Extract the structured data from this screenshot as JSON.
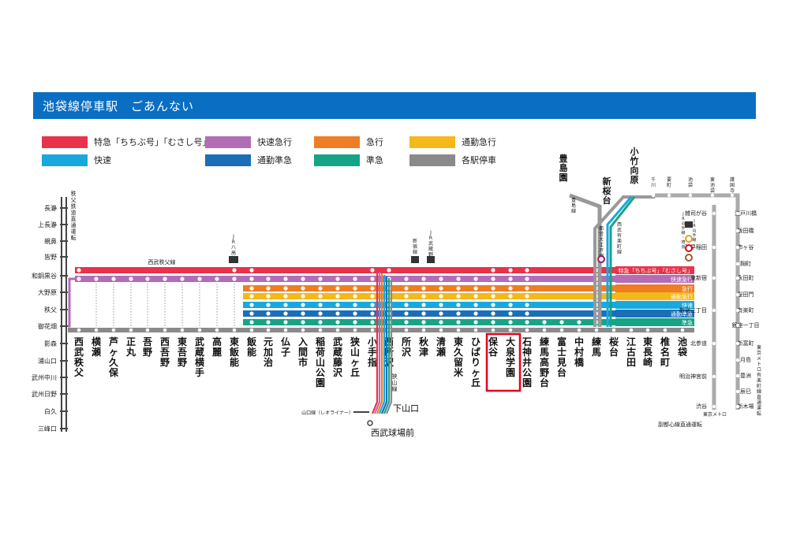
{
  "title": "池袋線停車駅　ごあんない",
  "colors": {
    "header": "#0a6fc2",
    "limited_express": "#e8334a",
    "rapid_express": "#b36db6",
    "express": "#ef7d23",
    "commuter_express": "#f5b81b",
    "rapid": "#18a8de",
    "commuter_semi_express": "#1b6fb8",
    "semi_express": "#16a486",
    "local": "#8a8a8a"
  },
  "legend": [
    {
      "label": "特急「ちちぶ号」「むさし号」",
      "color": "#e8334a"
    },
    {
      "label": "快速急行",
      "color": "#b36db6"
    },
    {
      "label": "急行",
      "color": "#ef7d23"
    },
    {
      "label": "通勤急行",
      "color": "#f5b81b"
    },
    {
      "label": "快速",
      "color": "#18a8de"
    },
    {
      "label": "通勤準急",
      "color": "#1b6fb8"
    },
    {
      "label": "準急",
      "color": "#16a486"
    },
    {
      "label": "各駅停車",
      "color": "#8a8a8a"
    }
  ],
  "service_labels": [
    "特急「ちちぶ号」「むさし号」",
    "快速急行",
    "急行",
    "通勤急行",
    "快速",
    "通勤準急",
    "準急"
  ],
  "main_stations": [
    "西武秩父",
    "横瀬",
    "芦ヶ久保",
    "正丸",
    "吾野",
    "西吾野",
    "東吾野",
    "武蔵横手",
    "高麗",
    "東飯能",
    "飯能",
    "元加治",
    "仏子",
    "入間市",
    "稲荷山公園",
    "武蔵藤沢",
    "狭山ヶ丘",
    "小手指",
    "西所沢",
    "所沢",
    "秋津",
    "清瀬",
    "東久留米",
    "ひばりヶ丘",
    "保谷",
    "大泉学園",
    "石神井公園",
    "練馬高野台",
    "富士見台",
    "中村橋",
    "練馬",
    "桜台",
    "江古田",
    "東長崎",
    "椎名町",
    "池袋"
  ],
  "highlight_station": "大泉学園",
  "chichibu_stations": [
    "長瀞",
    "上長瀞",
    "親鼻",
    "皆野",
    "和銅黒谷",
    "大野原",
    "秩父",
    "御花畑",
    "影森",
    "浦山口",
    "武州中川",
    "武州日野",
    "白久",
    "三峰口"
  ],
  "chichibu_line_label": "秩父鉄道直通運転",
  "seibu_chichibu_line": "西武秩父線",
  "jr_hachiko": "JR八高線",
  "jr_musashino": "JR武蔵野線",
  "shinjuku_line": "新宿線",
  "sayama_line": "狭山線",
  "seibu_kyujo_mae": "西武球場前",
  "shimo_yamaguchi": "下山口",
  "yamaguchi_line": "山口線（レオライナー）",
  "toshimaen_line": "豊島線",
  "toshimaen": "豊島園",
  "yurakucho_line": "西武有楽町線",
  "shin_sakuradai": "新桜台",
  "kotake_mukaihara": "小竹向原",
  "toei_oedo": "都営大江戸線",
  "subway_top": [
    "千川",
    "要町",
    "池袋",
    "東池袋",
    "護国寺"
  ],
  "subway_right": [
    "江戸川橋",
    "飯田橋",
    "市ヶ谷",
    "麹町",
    "永田町",
    "桜田門",
    "有楽町",
    "銀座一丁目",
    "新富町",
    "月島",
    "豊洲",
    "辰巳",
    "新木場"
  ],
  "subway_left": [
    "雑司が谷",
    "西早稲田",
    "東新宿",
    "新宿三丁目",
    "北参道",
    "明治神宮前",
    "渋谷"
  ],
  "ikebukuro_transfers": "JR山手線・埼京線・湘南新宿ライン・東武東上線・東京メトロ丸ノ内線・東京メトロ副都心線",
  "metro_note": "副都心線直通運転",
  "yurakucho_note": "東京メトロ有楽町線直通運転",
  "tokyo_metro": "東京メトロ",
  "jr_yamanote": "JR山手線"
}
